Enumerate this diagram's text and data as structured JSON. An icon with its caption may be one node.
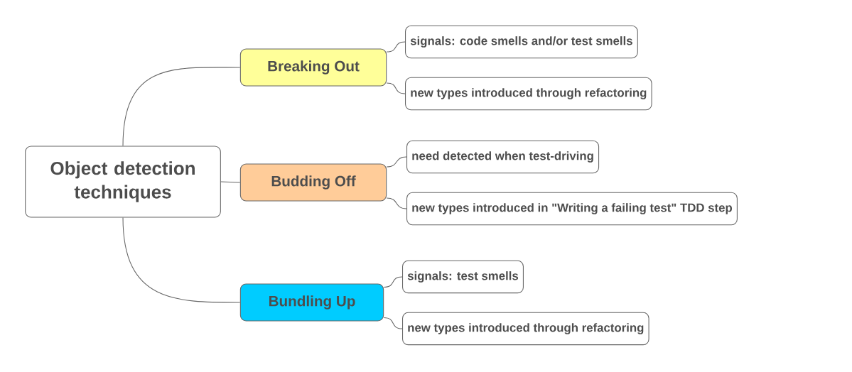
{
  "diagram": {
    "nodes": [
      {
        "text": [
          "Object detection techniques"
        ]
      },
      {
        "text": [
          "Breaking Out"
        ]
      },
      {
        "text": [
          "signals: code smells and/or test smells"
        ]
      },
      {
        "text": [
          "new types introduced through refactoring"
        ]
      },
      {
        "text": [
          "Budding Off"
        ]
      },
      {
        "text": [
          "need detected when test-driving"
        ]
      },
      {
        "text": [
          "new types introduced in \"Writing a failing test\" TDD step"
        ]
      },
      {
        "text": [
          "Bundling Up"
        ]
      },
      {
        "text": [
          "signals: test smells"
        ]
      },
      {
        "text": [
          "new types introduced through refactoring"
        ]
      }
    ],
    "edges": [
      {
        "from": 0,
        "to": 1,
        "arrow": "none"
      },
      {
        "from": 0,
        "to": 4,
        "arrow": "none"
      },
      {
        "from": 0,
        "to": 7,
        "arrow": "none"
      },
      {
        "from": 1,
        "to": 2,
        "arrow": "none"
      },
      {
        "from": 1,
        "to": 3,
        "arrow": "none"
      },
      {
        "from": 4,
        "to": 5,
        "arrow": "none"
      },
      {
        "from": 4,
        "to": 6,
        "arrow": "none"
      },
      {
        "from": 7,
        "to": 8,
        "arrow": "none"
      },
      {
        "from": 7,
        "to": 9,
        "arrow": "none"
      }
    ]
  }
}
